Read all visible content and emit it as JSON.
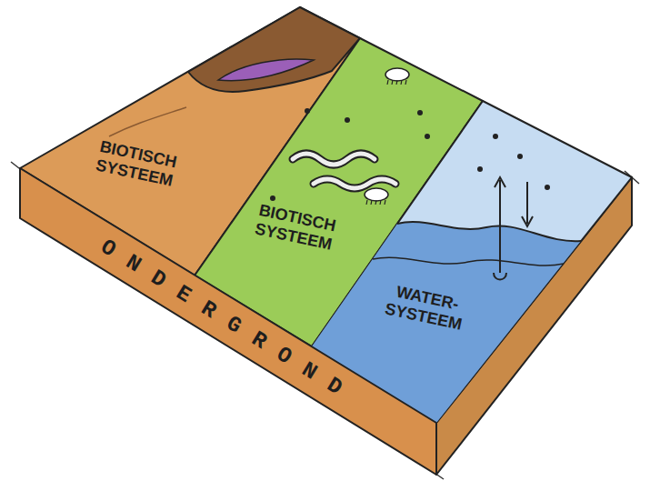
{
  "diagram": {
    "nodes": [
      {
        "text": [
          "BIOTISCH SYSTEEM"
        ]
      },
      {
        "text": [
          "BIOTISCH SYSTEEM"
        ]
      },
      {
        "text": [
          "WATER-SYSTEEM"
        ]
      },
      {
        "text": [
          "ONDERGROND"
        ]
      }
    ]
  }
}
